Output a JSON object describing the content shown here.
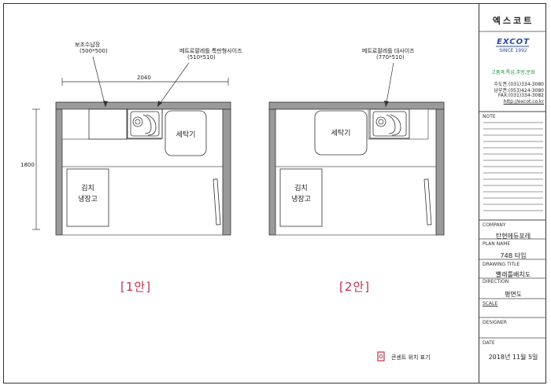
{
  "company_header": {
    "korean_name": "엑스코트",
    "logo_text": "EXCOT",
    "since": "SINCE 1992",
    "tagline": "고품격,특심,주방,문화",
    "contacts": [
      "수도권:(031)334-3080",
      "남부권:(053)424-3080",
      "FAX:(031)334-3082"
    ],
    "website": "http://excot.co.kr"
  },
  "title_block": {
    "note_label": "NOTE",
    "company_label": "COMPANY",
    "company_value": "탄현에듀포레",
    "plan_name_label": "PLAN NAME",
    "plan_name_value": "74B 타입",
    "drawing_title_label": "DRAWING TITLE",
    "drawing_title_value": "빨래틀배치도",
    "direction_label": "DIRECTION",
    "direction_value": "평면도",
    "scale_label": "SCALE",
    "designer_label": "DESIGNER",
    "date_label": "DATE",
    "date_value": "2018년 11월 5일"
  },
  "plan1": {
    "title": "[1안]",
    "annot_aux": "보조수납장",
    "annot_aux_size": "(500*500)",
    "annot_rack": "메트로팔레틀 특판형사이즈",
    "annot_rack_size": "(510*510)",
    "dim_width": "2040",
    "dim_height": "1800",
    "washer": "세탁기",
    "kimchi_1": "김치",
    "kimchi_2": "냉장고"
  },
  "plan2": {
    "title": "[2안]",
    "annot_rack": "메트로팔레틀 대사이즈",
    "annot_rack_size": "(770*510)",
    "washer": "세탁기",
    "kimchi_1": "김치",
    "kimchi_2": "냉장고"
  },
  "legend": {
    "text": "콘센트 위치 표기",
    "color": "#c0334a"
  }
}
